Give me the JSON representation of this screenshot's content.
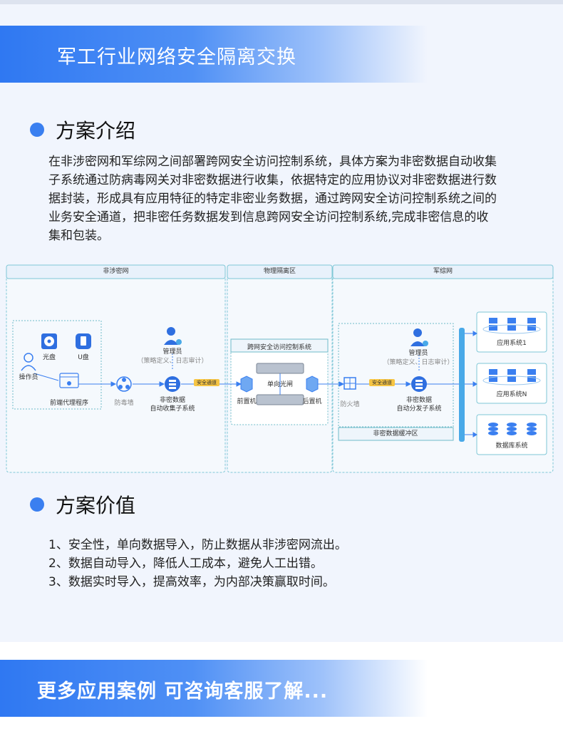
{
  "banner": {
    "title": "军工行业网络安全隔离交换"
  },
  "section1": {
    "title": "方案介绍",
    "lines": [
      "在非涉密网和军综网之间部署跨网安全访问控制系统，具体方案为非密数据自动收集",
      "子系统通过防病毒网关对非密数据进行收集，依据特定的应用协议对非密数据进行数",
      "据封装，形成具有应用特征的特定非密业务数据，通过跨网安全访问控制系统之间的",
      "业务安全通道，把非密任务数据发到信息跨网安全访问控制系统,完成非密信息的收",
      "集和包装。"
    ]
  },
  "diagram": {
    "zones": {
      "left": "非涉密网",
      "middle": "物理隔离区",
      "right": "军综网"
    },
    "left": {
      "operator": "操作员",
      "disc": "光盘",
      "usb": "U盘",
      "frontend": "前端代理程序",
      "antivirus": "防毒墙",
      "admin": "管理员",
      "admin_note": "（策略定义、日志审计）",
      "collector_l1": "非密数据",
      "collector_l2": "自动收集子系统",
      "channel": "安全通道"
    },
    "middle": {
      "system": "跨网安全访问控制系统",
      "gate": "单向光闸",
      "front": "前置机",
      "rear": "后置机"
    },
    "right": {
      "firewall": "防火墙",
      "channel": "安全通道",
      "admin": "管理员",
      "admin_note": "（策略定义、日志审计）",
      "dist_l1": "非密数据",
      "dist_l2": "自动分发子系统",
      "buffer": "非密数据缓冲区",
      "app1": "应用系统1",
      "appn": "应用系统N",
      "db": "数据库系统"
    }
  },
  "section2": {
    "title": "方案价值",
    "items": [
      "1、安全性，单向数据导入，防止数据从非涉密网流出。",
      "2、数据自动导入，降低人工成本，避免人工出错。",
      "3、数据实时导入，提高效率，为内部决策赢取时间。"
    ]
  },
  "banner2": {
    "title": "更多应用案例 可咨询客服了解..."
  },
  "colors": {
    "accent": "#3a7ff0",
    "zone_border": "#7ec7d6",
    "inner_dash": "#6fbcc9",
    "channel_tag": "#f6c544",
    "icon_blue": "#3a7ff0"
  }
}
